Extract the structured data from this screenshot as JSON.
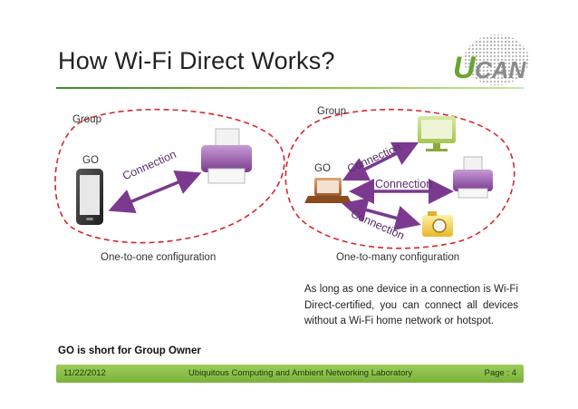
{
  "slide": {
    "title": "How Wi-Fi Direct Works?",
    "logo_text": "UCAN"
  },
  "left_diagram": {
    "group_label": "Group",
    "go_label": "GO",
    "connection_label": "Connection",
    "caption": "One-to-one configuration"
  },
  "right_diagram": {
    "group_label": "Group",
    "go_label": "GO",
    "connection_labels": [
      "Connection",
      "Connection",
      "Connection"
    ],
    "caption": "One-to-many configuration"
  },
  "description": "As long as one device in a connection is Wi-Fi Direct-certified, you can connect all devices without a Wi-Fi home network or hotspot.",
  "footnote": "GO is short for Group Owner",
  "footer": {
    "date": "11/22/2012",
    "lab": "Ubiquitous Computing and Ambient Networking Laboratory",
    "page": "Page : 4"
  },
  "colors": {
    "group_outline": "#d7262b",
    "connection_arrow": "#7b3a8f",
    "accent_green": "#8cc63f"
  }
}
